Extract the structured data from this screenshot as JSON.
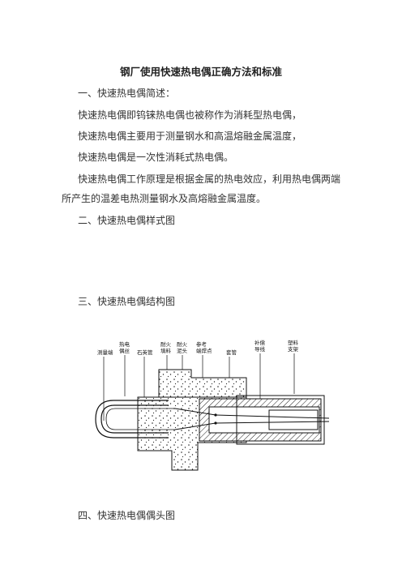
{
  "title": "钢厂使用快速热电偶正确方法和标准",
  "sections": {
    "s1_heading": "一、快速热电偶简述：",
    "s1_p1": "快速热电偶即钨铼热电偶也被称作为消耗型热电偶，",
    "s1_p2": "快速热电偶主要用于测量钢水和高温熔融金属温度，",
    "s1_p3": "快速热电偶是一次性消耗式热电偶。",
    "s1_p4a": "快速热电偶工作原理是根据金属的热电效应，利用热电偶两端",
    "s1_p4b": "所产生的温差电热测量钢水及高熔融金属温度。",
    "s2_heading": "二、快速热电偶样式图",
    "s3_heading": "三、快速热电偶结构图",
    "s4_heading": "四、快速热电偶偶头图"
  },
  "diagram_labels": {
    "l1": "测量端",
    "l2a": "热电",
    "l2b": "偶丝",
    "l3": "石英管",
    "l4a": "耐火",
    "l4b": "填料",
    "l5a": "耐火",
    "l5b": "泥头",
    "l6a": "参考",
    "l6b": "端焊点",
    "l7": "套管",
    "l8a": "补偿",
    "l8b": "导线",
    "l9a": "塑料",
    "l9b": "支架"
  }
}
